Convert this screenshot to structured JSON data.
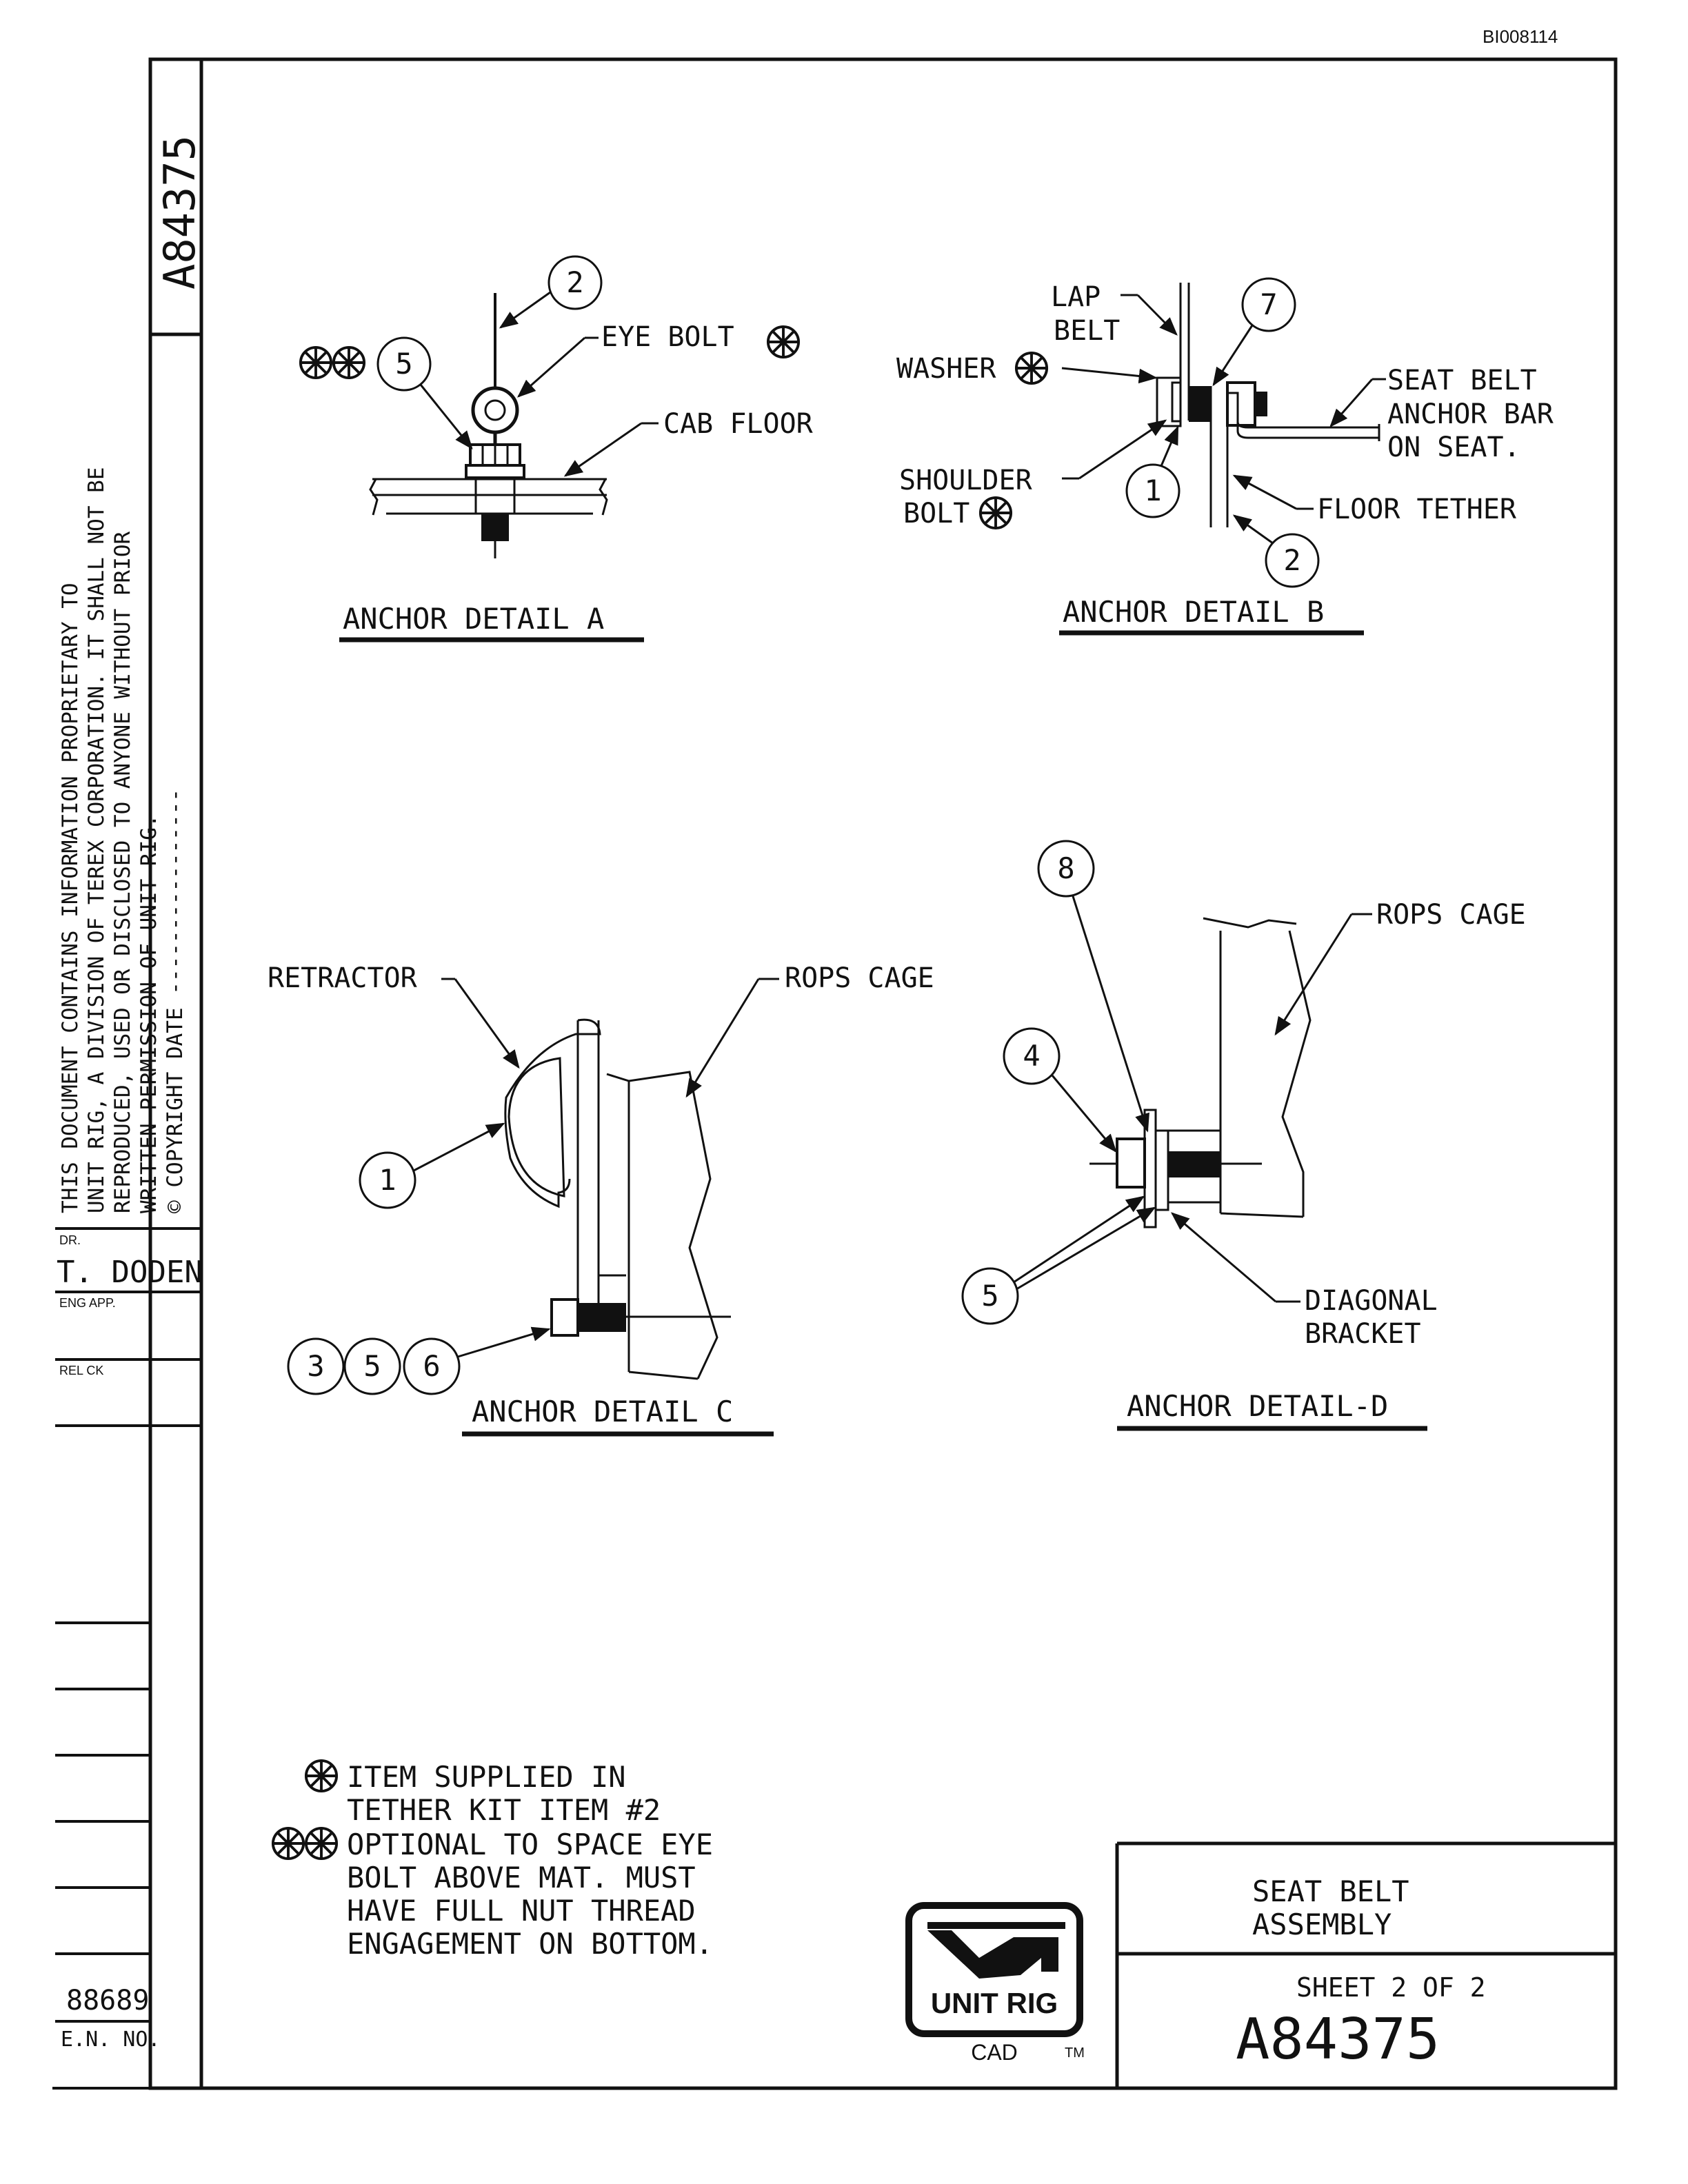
{
  "doc_ref": "BI008114",
  "drawing_number": "A84375",
  "proprietary_notice": [
    "THIS DOCUMENT CONTAINS INFORMATION PROPRIETARY TO",
    "UNIT RIG, A DIVISION OF TEREX CORPORATION. IT SHALL NOT BE",
    "REPRODUCED, USED OR DISCLOSED TO ANYONE WITHOUT PRIOR",
    "WRITTEN PERMISSION OF UNIT RIG.",
    "© COPYRIGHT DATE ----------------"
  ],
  "title_block": {
    "dr_label": "DR.",
    "dr_value": "T. DODEN",
    "eng_app_label": "ENG APP.",
    "rel_ck_label": "REL CK",
    "en_value": "88689",
    "en_label": "E.N. NO.",
    "title_line1": "SEAT BELT",
    "title_line2": "ASSEMBLY",
    "sheet": "SHEET 2 OF 2",
    "number": "A84375",
    "logo_text": "UNIT RIG",
    "cad": "CAD",
    "tm": "TM"
  },
  "details": {
    "a": {
      "title": "ANCHOR DETAIL A",
      "eye_bolt": "EYE BOLT",
      "cab_floor": "CAB FLOOR",
      "balloons": [
        "2",
        "5"
      ]
    },
    "b": {
      "title": "ANCHOR DETAIL B",
      "lap_belt_1": "LAP",
      "lap_belt_2": "BELT",
      "washer": "WASHER",
      "shoulder_bolt_1": "SHOULDER",
      "shoulder_bolt_2": "BOLT",
      "seat_belt_1": "SEAT BELT",
      "seat_belt_2": "ANCHOR BAR",
      "seat_belt_3": "ON SEAT.",
      "floor_tether": "FLOOR TETHER",
      "balloons": [
        "7",
        "1",
        "2"
      ]
    },
    "c": {
      "title": "ANCHOR DETAIL C",
      "retractor": "RETRACTOR",
      "rops_cage": "ROPS CAGE",
      "balloons": [
        "1",
        "3",
        "5",
        "6"
      ]
    },
    "d": {
      "title": "ANCHOR DETAIL-D",
      "rops_cage": "ROPS CAGE",
      "diag_1": "DIAGONAL",
      "diag_2": "BRACKET",
      "balloons": [
        "8",
        "4",
        "5"
      ]
    }
  },
  "notes": {
    "note1_line1": "ITEM SUPPLIED IN",
    "note1_line2": "TETHER KIT ITEM #2",
    "note2_line1": "OPTIONAL TO SPACE EYE",
    "note2_line2": "BOLT ABOVE MAT. MUST",
    "note2_line3": "HAVE FULL NUT THREAD",
    "note2_line4": "ENGAGEMENT ON BOTTOM."
  }
}
